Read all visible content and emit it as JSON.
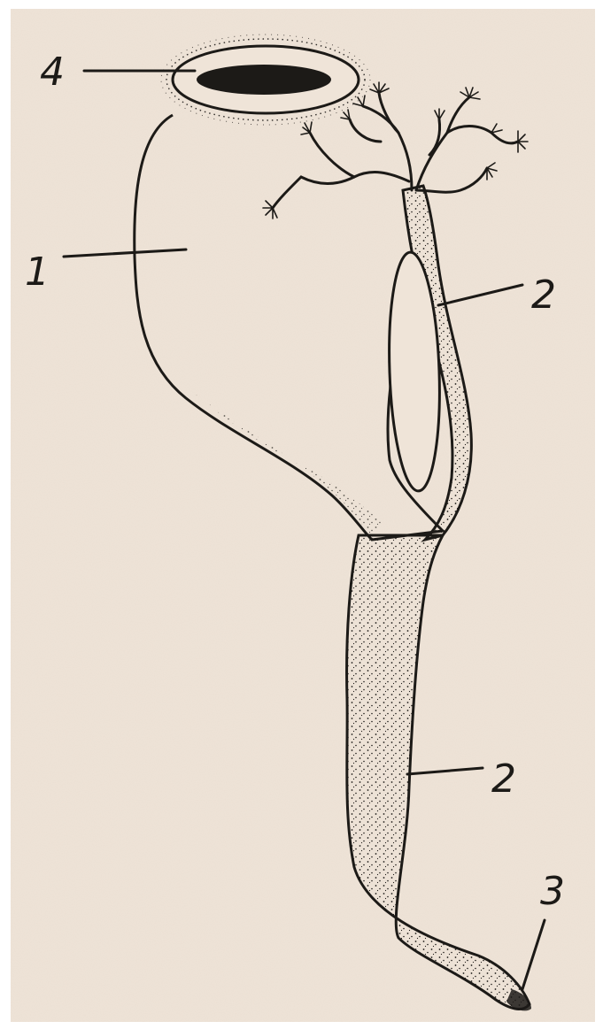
{
  "colors": {
    "paper": "#efe4d8",
    "ink": "#1c1a17"
  },
  "labels": {
    "l1": "1",
    "l2_upper": "2",
    "l2_lower": "2",
    "l3": "3",
    "l4": "4"
  }
}
